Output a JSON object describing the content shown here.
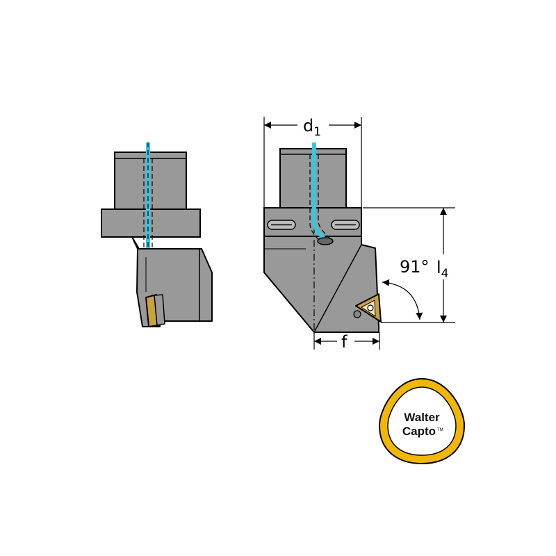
{
  "colors": {
    "body": "#999999",
    "outline": "#000000",
    "coolant": "#35c6e0",
    "insert": "#c9a13f",
    "insert_light": "#f3e3b8",
    "logo_ring": "#f2b705",
    "background": "#ffffff"
  },
  "dimensions": {
    "diameter": {
      "main": "d",
      "sub": "1"
    },
    "length": {
      "main": "l",
      "sub": "4"
    },
    "offset": "f",
    "angle": "91°"
  },
  "logo": {
    "line1": "Walter",
    "line2": "Capto",
    "trademark": "TM"
  }
}
